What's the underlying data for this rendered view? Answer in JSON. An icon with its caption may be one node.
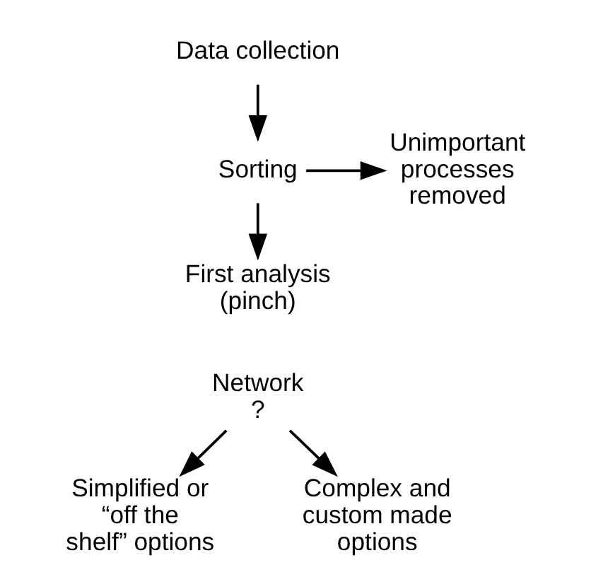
{
  "diagram": {
    "nodes": [
      {
        "text": [
          "Data collection"
        ]
      },
      {
        "text": [
          "Sorting"
        ]
      },
      {
        "text": [
          "Unimportant processes removed"
        ]
      },
      {
        "text": [
          "First analysis (pinch)"
        ]
      },
      {
        "text": [
          "Network",
          "?"
        ]
      },
      {
        "text": [
          "Simplified or “off the shelf” options"
        ]
      },
      {
        "text": [
          "Complex and custom made options"
        ]
      }
    ],
    "edges": [
      {
        "from": 0,
        "to": 1,
        "arrow": "to"
      },
      {
        "from": 1,
        "to": 2,
        "arrow": "to"
      },
      {
        "from": 1,
        "to": 3,
        "arrow": "to"
      },
      {
        "from": 4,
        "to": 5,
        "arrow": "to"
      },
      {
        "from": 4,
        "to": 6,
        "arrow": "to"
      }
    ]
  }
}
